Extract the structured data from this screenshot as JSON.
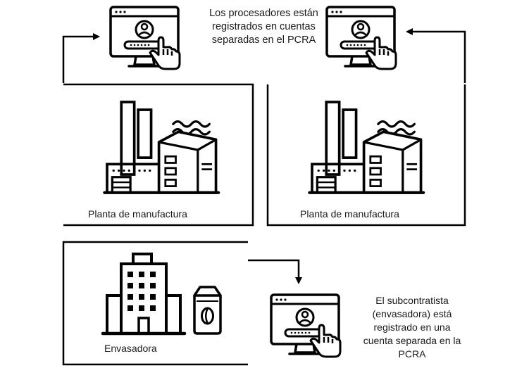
{
  "notes": {
    "top": "Los procesadores están registrados en cuentas separadas en el PCRA",
    "bottom": "El subcontratista (envasadora) está registrado en una cuenta separada en la PCRA"
  },
  "labels": {
    "plant_left": "Planta de manufactura",
    "plant_right": "Planta de manufactura",
    "packager": "Envasadora"
  }
}
